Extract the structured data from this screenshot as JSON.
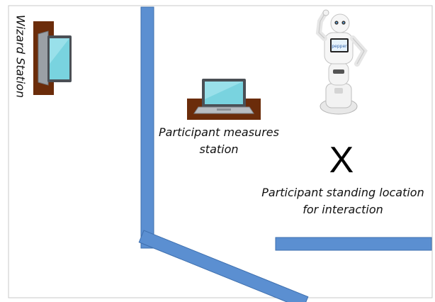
{
  "labels": {
    "wizard_station": "Wizard Station",
    "participant_measures": "Participant measures station",
    "participant_standing": "Participant standing location for interaction",
    "standing_mark": "X",
    "robot_screen_text": "pepper"
  },
  "colors": {
    "wall": "#5b8fd1",
    "wall_stroke": "#3e6fae",
    "desk": "#6b2c0a",
    "laptop_screen": "#79d3df",
    "laptop_body": "#9aa0a6",
    "room_border": "#c8c8c8"
  },
  "icons": [
    "laptop-icon",
    "robot-icon"
  ]
}
